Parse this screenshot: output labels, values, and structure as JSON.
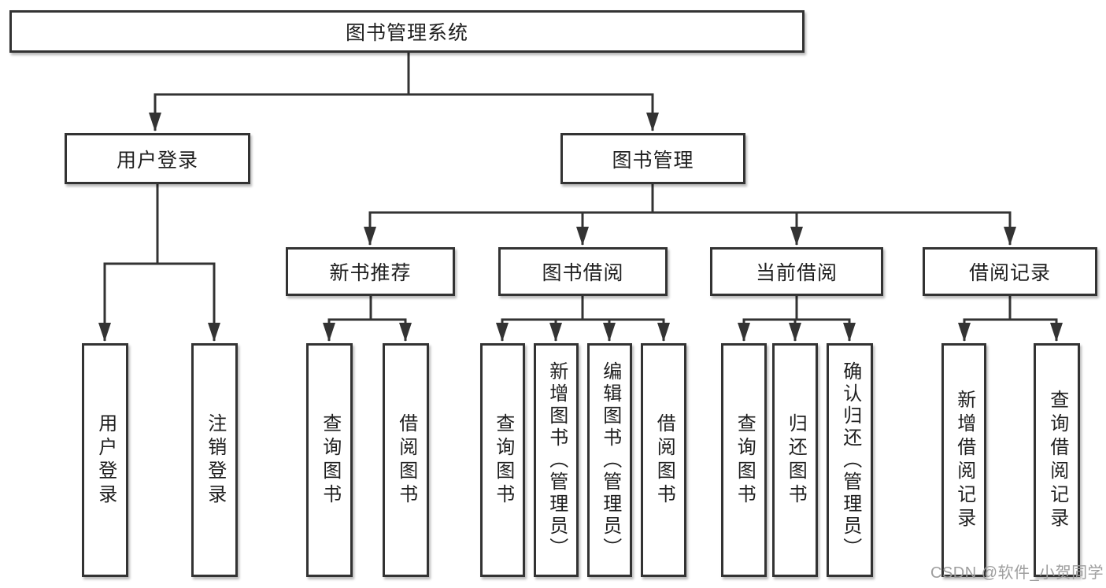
{
  "diagram": {
    "root": {
      "label": "图书管理系统"
    },
    "branches": [
      {
        "label": "用户登录",
        "children": [
          "用户登录",
          "注销登录"
        ]
      },
      {
        "label": "图书管理",
        "sections": [
          {
            "label": "新书推荐",
            "children": [
              "查询图书",
              "借阅图书"
            ]
          },
          {
            "label": "图书借阅",
            "children": [
              "查询图书",
              "新增图书（管理员）",
              "编辑图书（管理员）",
              "借阅图书"
            ]
          },
          {
            "label": "当前借阅",
            "children": [
              "查询图书",
              "归还图书",
              "确认归还（管理员）"
            ]
          },
          {
            "label": "借阅记录",
            "children": [
              "新增借阅记录",
              "查询借阅记录"
            ]
          }
        ]
      }
    ]
  },
  "watermark": {
    "text": "CSDN @软件_小贺同学"
  },
  "colors": {
    "line": "#333333",
    "text": "#1f1f1f",
    "watermark": "#9e9e9e",
    "background": "#ffffff"
  }
}
